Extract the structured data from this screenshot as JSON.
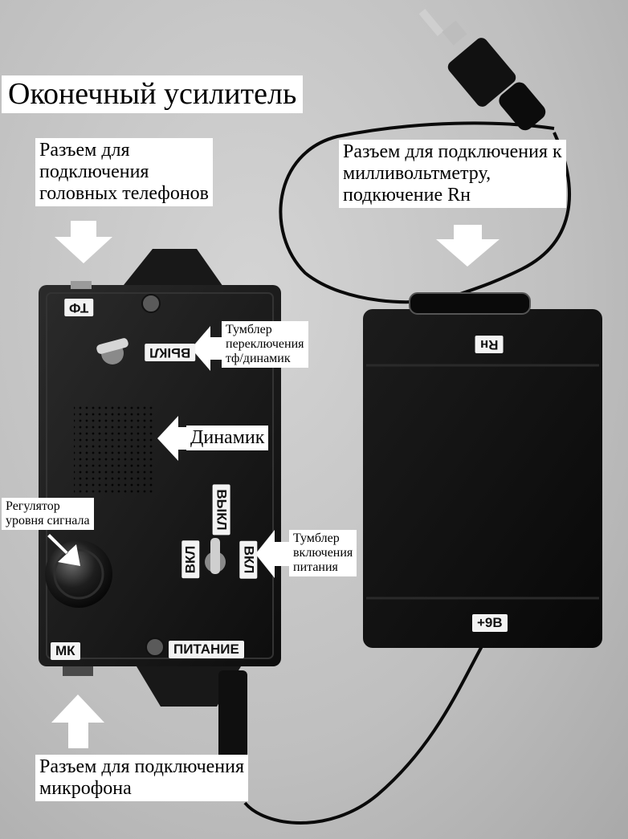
{
  "title": "Оконечный усилитель",
  "annotations": {
    "headphones": [
      "Разъем для",
      "подключения",
      "головных телефонов"
    ],
    "millivoltmeter": [
      "Разъем для подключения к",
      "милливольтметру,",
      "подкючение Rн"
    ],
    "switch_tf": [
      "Тумблер",
      "переключения",
      "тф/динамик"
    ],
    "speaker": "Динамик",
    "level": [
      "Регулятор",
      "уровня сигнала"
    ],
    "power_switch": [
      "Тумблер",
      "включения",
      "питания"
    ],
    "microphone": [
      "Разъем для подключения",
      "микрофона"
    ]
  },
  "panel_labels": {
    "tf": "ТФ",
    "off_top": "ВЫКЛ",
    "off_middle": "ВЫКЛ",
    "on_left": "ВКЛ",
    "on_right": "ВКЛ",
    "mk": "МК",
    "power": "ПИТАНИЕ",
    "rn": "Rн",
    "plus9v": "+9В"
  }
}
